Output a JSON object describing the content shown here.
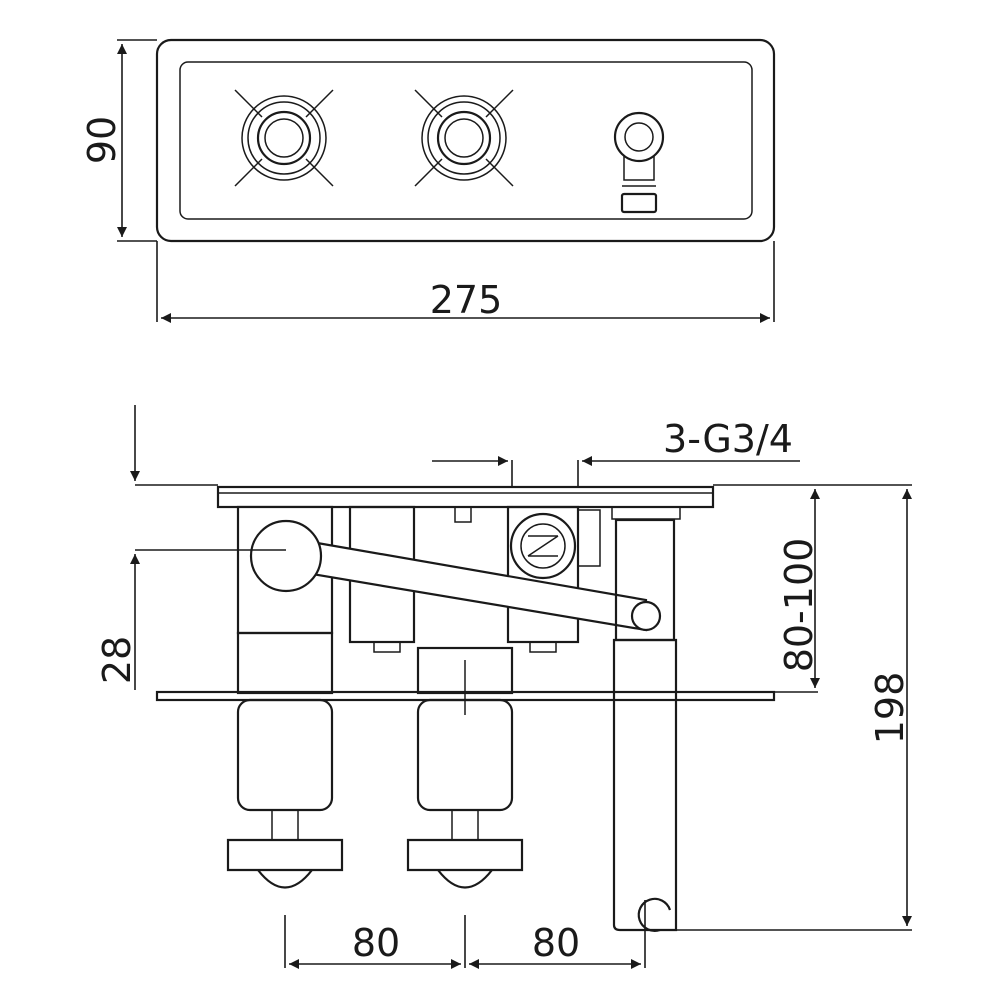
{
  "drawing": {
    "top_view": {
      "height_label": "90",
      "width_label": "275"
    },
    "side_view": {
      "connection_label": "3-G3/4",
      "depth_range_label": "80-100",
      "offset_label": "28",
      "total_height_label": "198",
      "spacing_left_label": "80",
      "spacing_right_label": "80"
    }
  },
  "colors": {
    "line": "#1a1a1a",
    "background": "#ffffff"
  }
}
